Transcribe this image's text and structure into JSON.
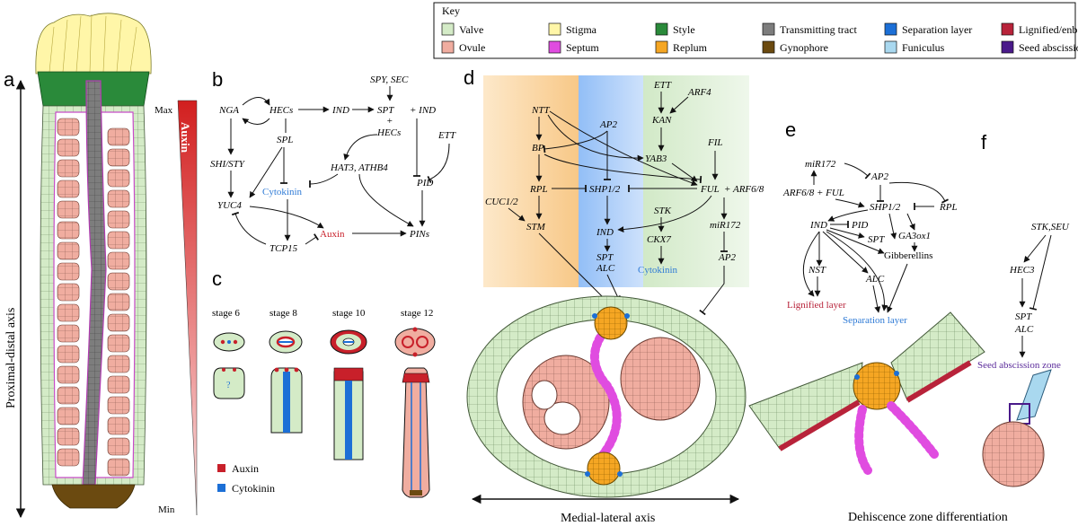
{
  "key": {
    "title": "Key",
    "items": [
      {
        "label": "Valve",
        "color": "#d4ebc7"
      },
      {
        "label": "Stigma",
        "color": "#fff6a8"
      },
      {
        "label": "Style",
        "color": "#2a8a3a"
      },
      {
        "label": "Transmitting tract",
        "color": "#7d7d7d"
      },
      {
        "label": "Separation layer",
        "color": "#1c6fd6"
      },
      {
        "label": "Lignified/enb  layer",
        "color": "#b8233a"
      },
      {
        "label": "Ovule",
        "color": "#f0ada0"
      },
      {
        "label": "Septum",
        "color": "#e04ce0"
      },
      {
        "label": "Replum",
        "color": "#f5a623"
      },
      {
        "label": "Gynophore",
        "color": "#6b4a10"
      },
      {
        "label": "Funiculus",
        "color": "#a9d8ef"
      },
      {
        "label": "Seed abscission zone",
        "color": "#4a1a8a"
      }
    ]
  },
  "panels": {
    "a": {
      "letter": "a",
      "axis_label": "Proximal-distal axis",
      "max_label": "Max",
      "min_label": "Min",
      "gradient_label": "Auxin"
    },
    "b": {
      "letter": "b",
      "genes": {
        "nga": "NGA",
        "hecs": "HECs",
        "ind": "IND",
        "spt": "SPT",
        "plus": "+",
        "hecs2": "HECs",
        "plus_ind": "+ IND",
        "spy_sec": "SPY, SEC",
        "spl": "SPL",
        "shi_sty": "SHI/STY",
        "hat3": "HAT3, ATHB4",
        "ett": "ETT",
        "pid": "PID",
        "yuc4": "YUC4",
        "tcp15": "TCP15",
        "pins": "PINs"
      },
      "cytokinin": "Cytokinin",
      "auxin": "Auxin"
    },
    "c": {
      "letter": "c",
      "stages": [
        "stage 6",
        "stage 8",
        "stage 10",
        "stage 12"
      ],
      "question": "?",
      "legend_auxin": "Auxin",
      "legend_cytokinin": "Cytokinin"
    },
    "d": {
      "letter": "d",
      "genes": {
        "ntt": "NTT",
        "ap2": "AP2",
        "ett": "ETT",
        "arf4": "ARF4",
        "kan": "KAN",
        "bp": "BP",
        "yab3": "YAB3",
        "fil": "FIL",
        "rpl": "RPL",
        "shp": "SHP1/2",
        "ful": "FUL",
        "arf68": "+ ARF6/8",
        "cuc": "CUC1/2",
        "stm": "STM",
        "stk": "STK",
        "ind": "IND",
        "ckx7": "CKX7",
        "mir172": "miR172",
        "spt": "SPT",
        "alc": "ALC",
        "ap2b": "AP2"
      },
      "cytokinin": "Cytokinin",
      "axis_label": "Medial-lateral axis"
    },
    "e": {
      "letter": "e",
      "genes": {
        "mir172": "miR172",
        "ap2": "AP2",
        "arf": "ARF6/8 + FUL",
        "shp": "SHP1/2",
        "rpl": "RPL",
        "ind": "IND",
        "pid": "PID",
        "spt": "SPT",
        "ga3": "GA3ox1",
        "gib": "Gibberellins",
        "nst": "NST",
        "alc": "ALC"
      },
      "lignified": "Lignified layer",
      "separation": "Separation layer",
      "caption": "Dehiscence zone differentiation"
    },
    "f": {
      "letter": "f",
      "genes": {
        "stk": "STK,SEU",
        "hec3": "HEC3",
        "spt": "SPT",
        "alc": "ALC"
      },
      "seed_zone": "Seed abscission zone"
    }
  }
}
